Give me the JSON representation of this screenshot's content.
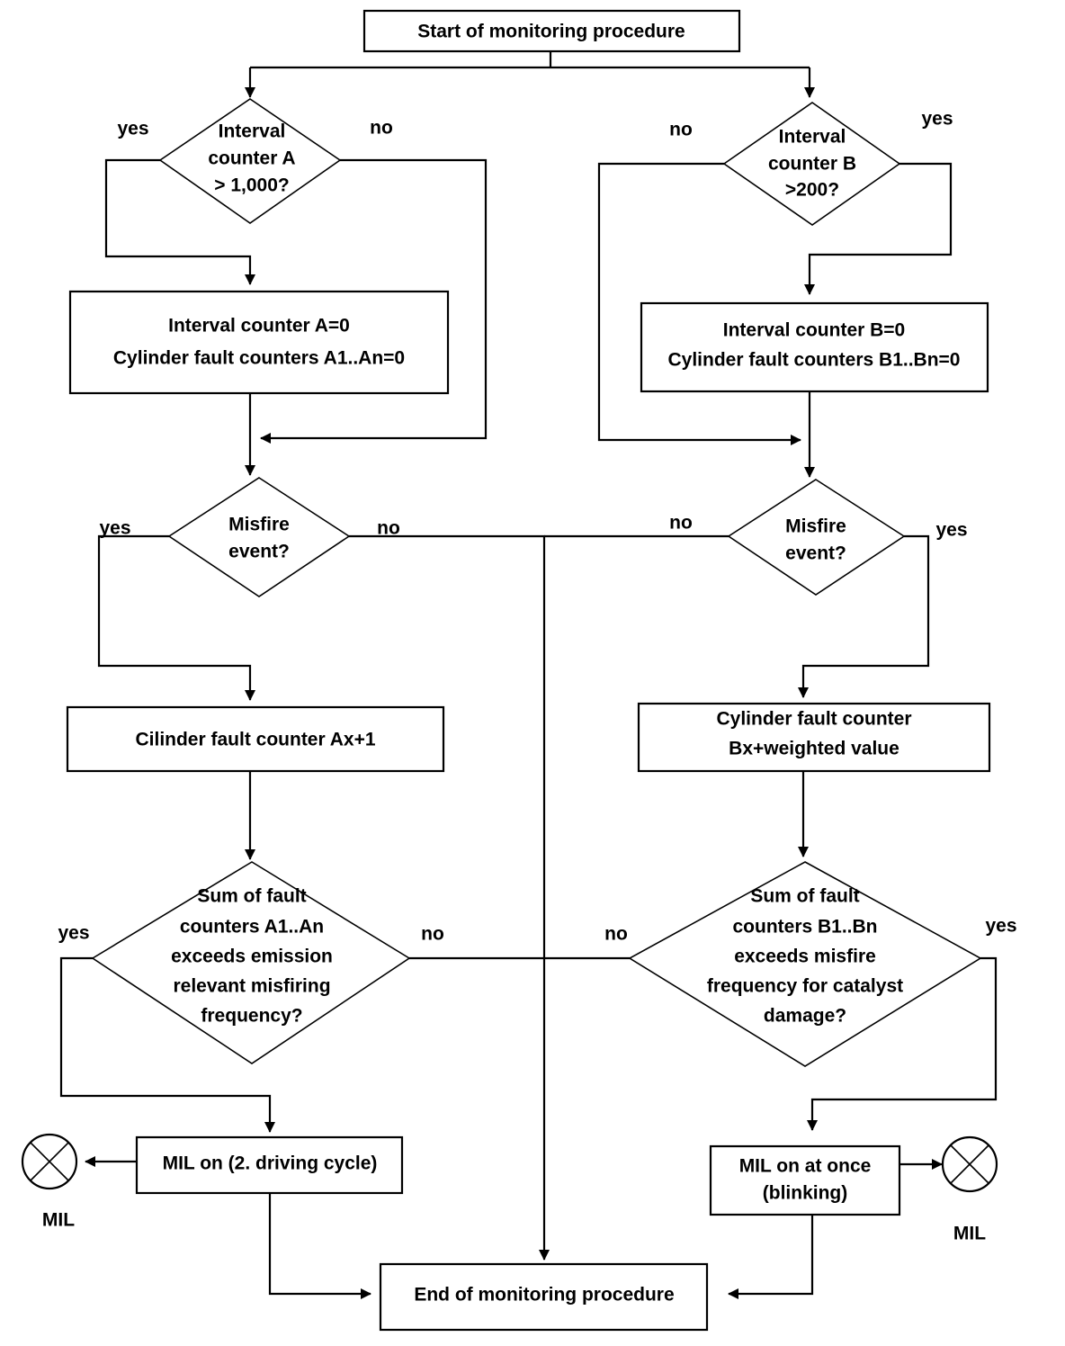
{
  "chart_data": {
    "type": "diagram",
    "title": "Misfire monitoring procedure flowchart",
    "diagram_kind": "flowchart",
    "orientation": "top-to-bottom, two parallel branches (A = emission relevant, B = catalyst damage)"
  },
  "nodes": {
    "start": {
      "label": "Start of monitoring procedure",
      "shape": "box"
    },
    "interval_a": {
      "line1": "Interval",
      "line2": "counter A",
      "line3": "> 1,000?",
      "shape": "diamond"
    },
    "interval_b": {
      "line1": "Interval",
      "line2": "counter B",
      "line3": ">200?",
      "shape": "diamond"
    },
    "reset_a": {
      "line1": "Interval counter A=0",
      "line2": "Cylinder fault counters A1..An=0",
      "shape": "box"
    },
    "reset_b": {
      "line1": "Interval counter B=0",
      "line2": "Cylinder fault counters B1..Bn=0",
      "shape": "box"
    },
    "misfire_a": {
      "line1": "Misfire",
      "line2": "event?",
      "shape": "diamond"
    },
    "misfire_b": {
      "line1": "Misfire",
      "line2": "event?",
      "shape": "diamond"
    },
    "counter_ax": {
      "line1": "Cilinder fault counter Ax+1",
      "shape": "box"
    },
    "counter_bx": {
      "line1": "Cylinder fault counter",
      "line2": "Bx+weighted value",
      "shape": "box"
    },
    "sum_a": {
      "line1": "Sum of  fault",
      "line2": "counters A1..An",
      "line3": "exceeds emission",
      "line4": "relevant misfiring",
      "line5": "frequency?",
      "shape": "diamond"
    },
    "sum_b": {
      "line1": "Sum of  fault",
      "line2": "counters B1..Bn",
      "line3": "exceeds misfire",
      "line4": "frequency for catalyst",
      "line5": "damage?",
      "shape": "diamond"
    },
    "mil_on_a": {
      "line1": "MIL on (2. driving cycle)",
      "shape": "box"
    },
    "mil_on_b": {
      "line1": "MIL on at once",
      "line2": "(blinking)",
      "shape": "box"
    },
    "end": {
      "label": "End of monitoring procedure",
      "shape": "box"
    },
    "mil_lamp_left": {
      "label": "MIL",
      "shape": "circle-cross"
    },
    "mil_lamp_right": {
      "label": "MIL",
      "shape": "circle-cross"
    }
  },
  "edge_labels": {
    "interval_a_yes": "yes",
    "interval_a_no": "no",
    "interval_b_no": "no",
    "interval_b_yes": "yes",
    "misfire_a_yes": "yes",
    "misfire_a_no": "no",
    "misfire_b_no": "no",
    "misfire_b_yes": "yes",
    "sum_a_yes": "yes",
    "sum_a_no": "no",
    "sum_b_no": "no",
    "sum_b_yes": "yes"
  },
  "colors": {
    "stroke": "#000000",
    "fill": "#ffffff",
    "text": "#000000"
  }
}
